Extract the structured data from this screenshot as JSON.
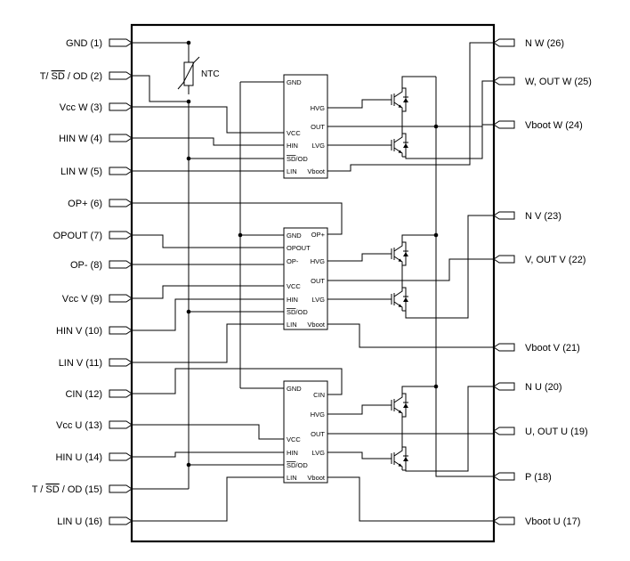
{
  "module": {
    "ntc_label": "NTC",
    "left_pins": [
      {
        "id": "gnd",
        "label": "GND (1)"
      },
      {
        "id": "t-sd-od-2",
        "label_prefix": "T/ ",
        "label_over": "SD",
        "label_suffix": " / OD (2)"
      },
      {
        "id": "vcc-w",
        "label": "Vcc W (3)"
      },
      {
        "id": "hin-w",
        "label": "HIN W (4)"
      },
      {
        "id": "lin-w",
        "label": "LIN W (5)"
      },
      {
        "id": "op-plus",
        "label": "OP+ (6)"
      },
      {
        "id": "opout",
        "label": "OPOUT (7)"
      },
      {
        "id": "op-minus",
        "label": "OP- (8)"
      },
      {
        "id": "vcc-v",
        "label": "Vcc V (9)"
      },
      {
        "id": "hin-v",
        "label": "HIN V (10)"
      },
      {
        "id": "lin-v",
        "label": "LIN V (11)"
      },
      {
        "id": "cin",
        "label": "CIN (12)"
      },
      {
        "id": "vcc-u",
        "label": "Vcc U (13)"
      },
      {
        "id": "hin-u",
        "label": "HIN U (14)"
      },
      {
        "id": "t-sd-od-15",
        "label_prefix": "T / ",
        "label_over": "SD",
        "label_suffix": " / OD (15)"
      },
      {
        "id": "lin-u",
        "label": "LIN U (16)"
      }
    ],
    "right_pins": [
      {
        "id": "n-w",
        "label": "N W (26)"
      },
      {
        "id": "w-out-w",
        "label": "W, OUT W (25)"
      },
      {
        "id": "vboot-w",
        "label": "Vboot W (24)"
      },
      {
        "id": "n-v",
        "label": "N V (23)"
      },
      {
        "id": "v-out-v",
        "label": "V, OUT V (22)"
      },
      {
        "id": "vboot-v",
        "label": "Vboot V (21)"
      },
      {
        "id": "n-u",
        "label": "N U (20)"
      },
      {
        "id": "u-out-u",
        "label": "U, OUT U (19)"
      },
      {
        "id": "p",
        "label": "P (18)"
      },
      {
        "id": "vboot-u",
        "label": "Vboot U (17)"
      }
    ],
    "drivers": [
      {
        "id": "w",
        "left": [
          {
            "text": "GND"
          },
          {
            "text": "VCC"
          },
          {
            "text": "HIN"
          },
          {
            "text": "SD/OD",
            "over": "SD"
          },
          {
            "text": "LIN"
          }
        ],
        "right": [
          "HVG",
          "OUT",
          "LVG",
          "Vboot"
        ]
      },
      {
        "id": "v",
        "left": [
          {
            "text": "GND"
          },
          {
            "text": "OPOUT"
          },
          {
            "text": "OP-"
          },
          {
            "text": "VCC"
          },
          {
            "text": "HIN"
          },
          {
            "text": "SD/OD",
            "over": "SD"
          },
          {
            "text": "LIN"
          }
        ],
        "right": [
          "OP+",
          "HVG",
          "OUT",
          "LVG",
          "Vboot"
        ]
      },
      {
        "id": "u",
        "left": [
          {
            "text": "GND"
          },
          {
            "text": "VCC"
          },
          {
            "text": "HIN"
          },
          {
            "text": "SD/OD",
            "over": "SD"
          },
          {
            "text": "LIN"
          }
        ],
        "right": [
          "CIN",
          "HVG",
          "OUT",
          "LVG",
          "Vboot"
        ]
      }
    ]
  }
}
